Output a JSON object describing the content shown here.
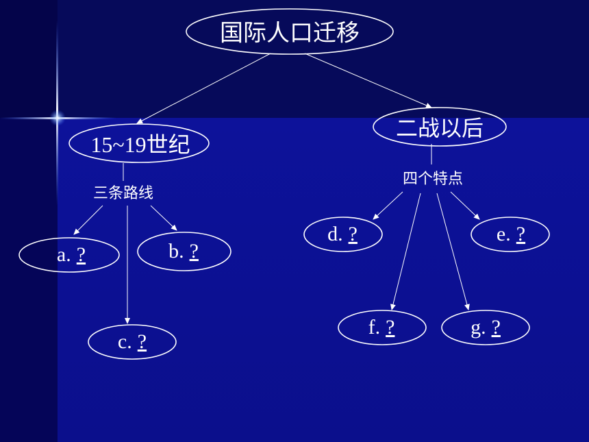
{
  "root": {
    "label": "国际人口迁移"
  },
  "left_branch": {
    "label": "15~19世纪",
    "sublabel": "三条路线",
    "children": [
      {
        "letter": "a.",
        "mark": "?"
      },
      {
        "letter": "b.",
        "mark": "?"
      },
      {
        "letter": "c.",
        "mark": "?"
      }
    ]
  },
  "right_branch": {
    "label": "二战以后",
    "sublabel": "四个特点",
    "children": [
      {
        "letter": "d.",
        "mark": "?"
      },
      {
        "letter": "e.",
        "mark": "?"
      },
      {
        "letter": "f.",
        "mark": "?"
      },
      {
        "letter": "g.",
        "mark": "?"
      }
    ]
  },
  "colors": {
    "background": "#0a0a8c",
    "lines": "#ffffff",
    "text": "#ffffff"
  }
}
